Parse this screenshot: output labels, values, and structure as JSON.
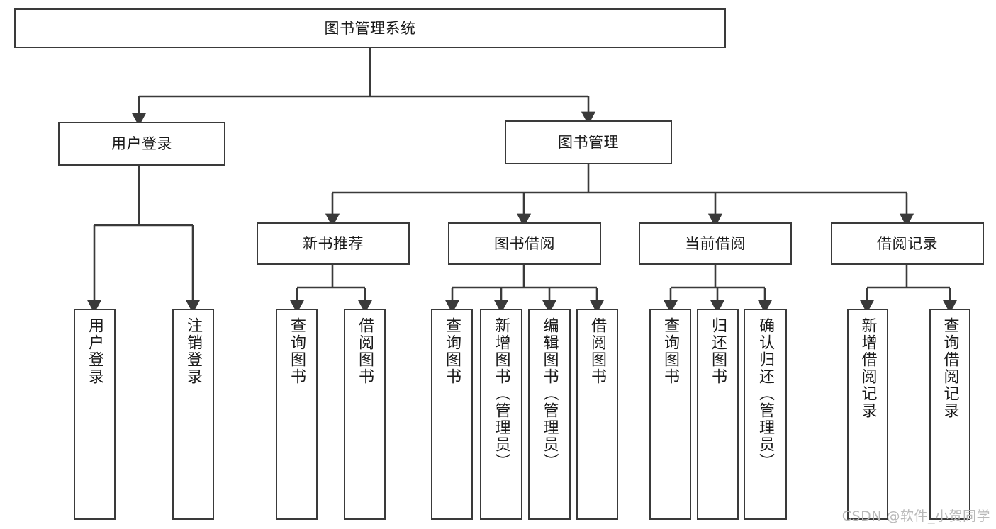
{
  "diagram": {
    "title": "图书管理系统",
    "watermark": "CSDN @软件_小贺同学",
    "line_color": "#3a3a3a",
    "box_fill": "#ffffff",
    "text_color": "#1a1a1a",
    "watermark_color": "#b9b9b9",
    "root": {
      "id": "root",
      "label": "图书管理系统"
    },
    "level1": [
      {
        "id": "user-login",
        "label": "用户登录"
      },
      {
        "id": "book-manage",
        "label": "图书管理"
      }
    ],
    "level2": [
      {
        "id": "new-book-recommend",
        "label": "新书推荐",
        "parent": "book-manage"
      },
      {
        "id": "book-borrow",
        "label": "图书借阅",
        "parent": "book-manage"
      },
      {
        "id": "current-borrow",
        "label": "当前借阅",
        "parent": "book-manage"
      },
      {
        "id": "borrow-record",
        "label": "借阅记录",
        "parent": "book-manage"
      }
    ],
    "leaves": {
      "user-login": [
        {
          "id": "leaf-user-login",
          "label": "用户登录"
        },
        {
          "id": "leaf-logout-login",
          "label": "注销登录"
        }
      ],
      "new-book-recommend": [
        {
          "id": "leaf-query-book-1",
          "label": "查询图书"
        },
        {
          "id": "leaf-borrow-book-1",
          "label": "借阅图书"
        }
      ],
      "book-borrow": [
        {
          "id": "leaf-query-book-2",
          "label": "查询图书"
        },
        {
          "id": "leaf-add-book-admin",
          "label": "新增图书（管理员）"
        },
        {
          "id": "leaf-edit-book-admin",
          "label": "编辑图书（管理员）"
        },
        {
          "id": "leaf-borrow-book-2",
          "label": "借阅图书"
        }
      ],
      "current-borrow": [
        {
          "id": "leaf-query-book-3",
          "label": "查询图书"
        },
        {
          "id": "leaf-return-book",
          "label": "归还图书"
        },
        {
          "id": "leaf-confirm-return-admin",
          "label": "确认归还（管理员）"
        }
      ],
      "borrow-record": [
        {
          "id": "leaf-add-borrow-record",
          "label": "新增借阅记录"
        },
        {
          "id": "leaf-query-borrow-record",
          "label": "查询借阅记录"
        }
      ]
    }
  }
}
